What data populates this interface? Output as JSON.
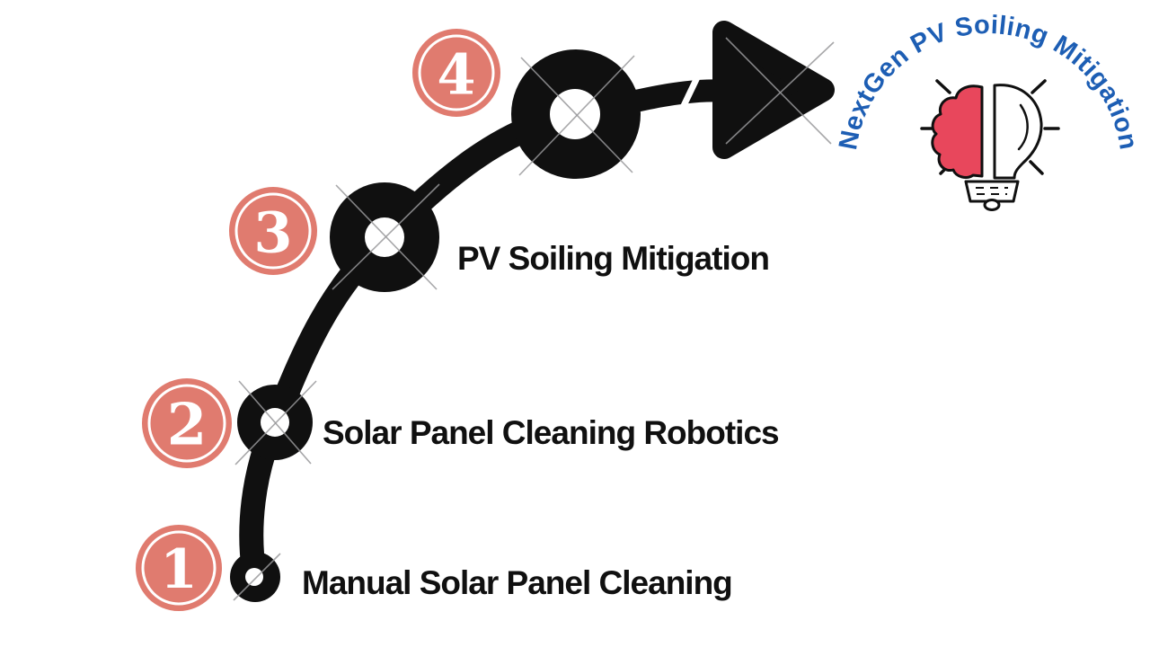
{
  "colors": {
    "background": "#ffffff",
    "ink": "#101010",
    "badge": "#e07b6f",
    "badge-ring": "#ffffff",
    "accent-blue": "#1d5eb4",
    "brain-red": "#e8475c",
    "artifact": "#98989a"
  },
  "steps": [
    {
      "number": "1",
      "label": "Manual Solar Panel Cleaning"
    },
    {
      "number": "2",
      "label": "Solar Panel Cleaning Robotics"
    },
    {
      "number": "3",
      "label": "PV Soiling Mitigation"
    },
    {
      "number": "4"
    }
  ],
  "logo": {
    "arc_text": "NextGen PV Soiling Mitigation",
    "icon": "brain-lightbulb-icon"
  },
  "icons": {
    "direction": "arrow-right-icon"
  }
}
